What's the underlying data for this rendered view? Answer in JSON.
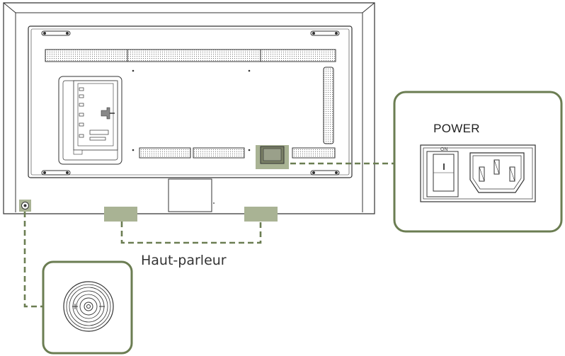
{
  "labels": {
    "power": "POWER",
    "switch_on": "ON",
    "speaker": "Haut-parleur"
  },
  "colors": {
    "callout_border": "#6b7d52",
    "highlight_fill": "#a9b394",
    "leader_line": "#6b7d52",
    "outline": "#333333"
  },
  "icons": {
    "power_switch": "rocker-switch-icon",
    "power_socket": "iec-c14-socket-icon",
    "remote_sensor": "ir-sensor-icon",
    "sensor_detail": "concentric-sensor-icon"
  }
}
